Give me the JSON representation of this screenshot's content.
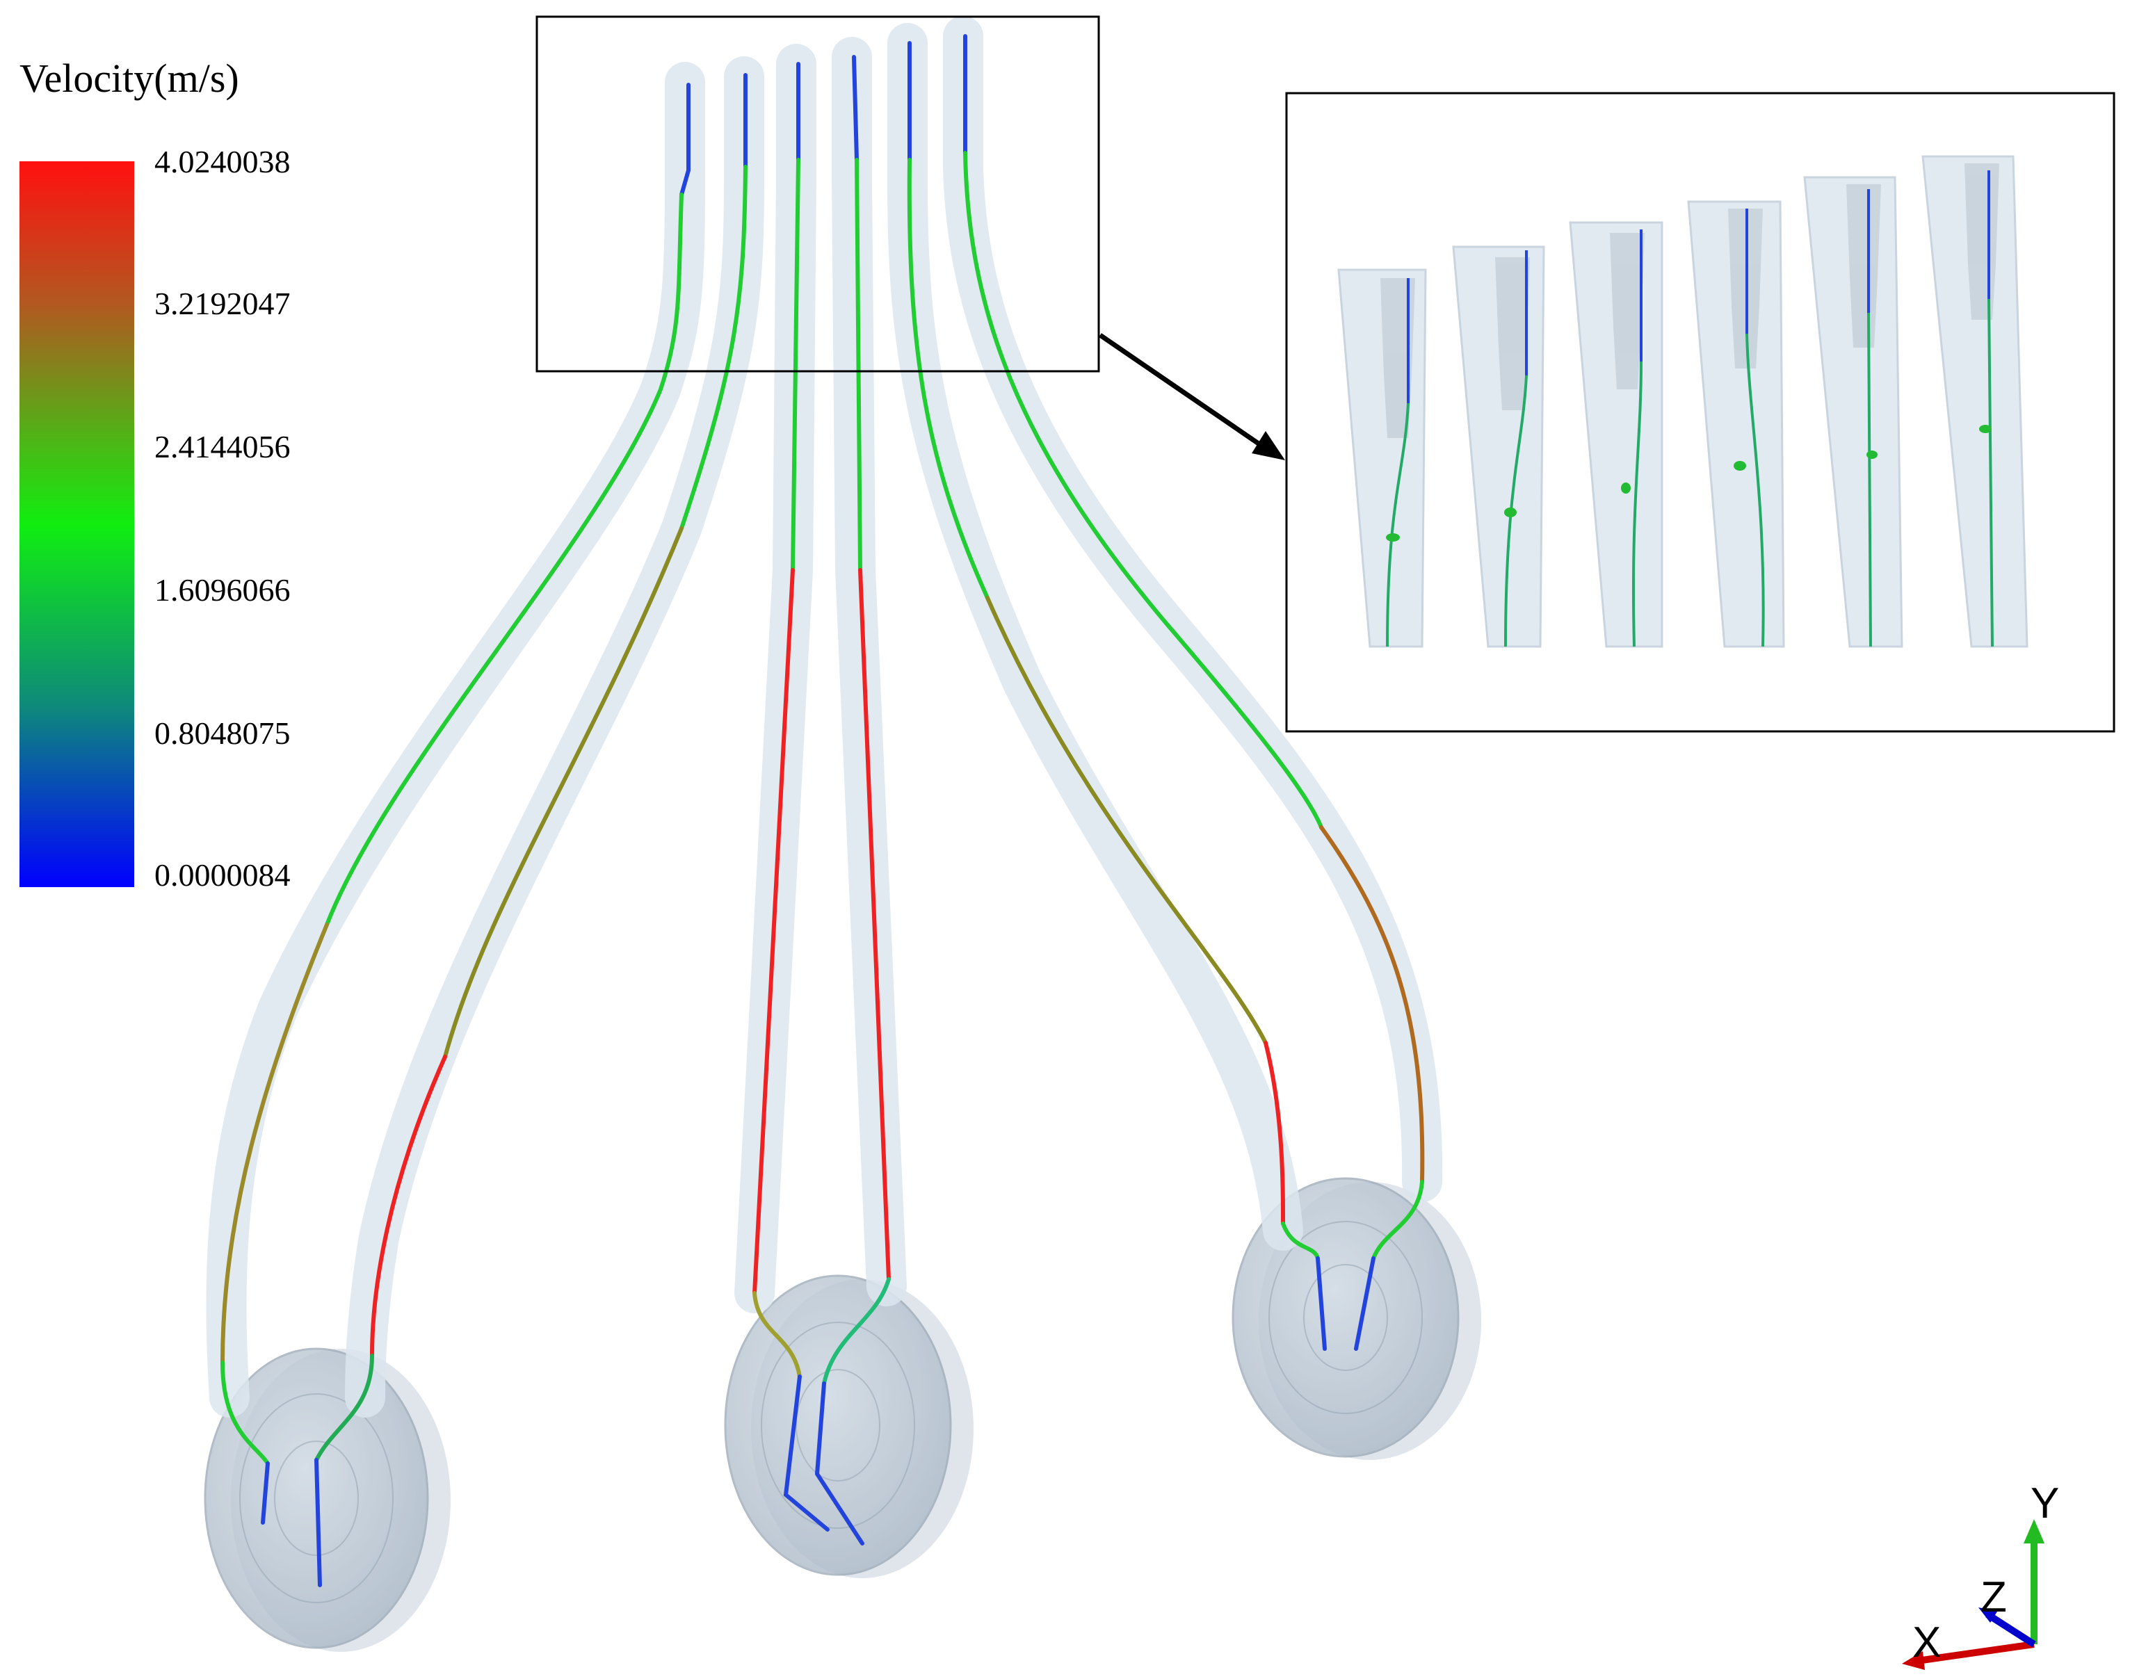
{
  "legend": {
    "title": "Velocity(m/s)",
    "ticks": [
      "4.0240038",
      "3.2192047",
      "2.4144056",
      "1.6096066",
      "0.8048075",
      "0.0000084"
    ],
    "min": 8.4e-06,
    "max": 4.0240038,
    "gradient": [
      "#ff0000",
      "#a86020",
      "#00ee00",
      "#0a9a6a",
      "#0000ff"
    ]
  },
  "axes": {
    "x": "X",
    "y": "Y",
    "z": "Z",
    "colors": {
      "x": "#cc0000",
      "y": "#22bb22",
      "z": "#0000cc"
    }
  },
  "colors": {
    "pipe": "#dfe8f0",
    "disk": "#b8c6d4",
    "frame": "#000000"
  }
}
